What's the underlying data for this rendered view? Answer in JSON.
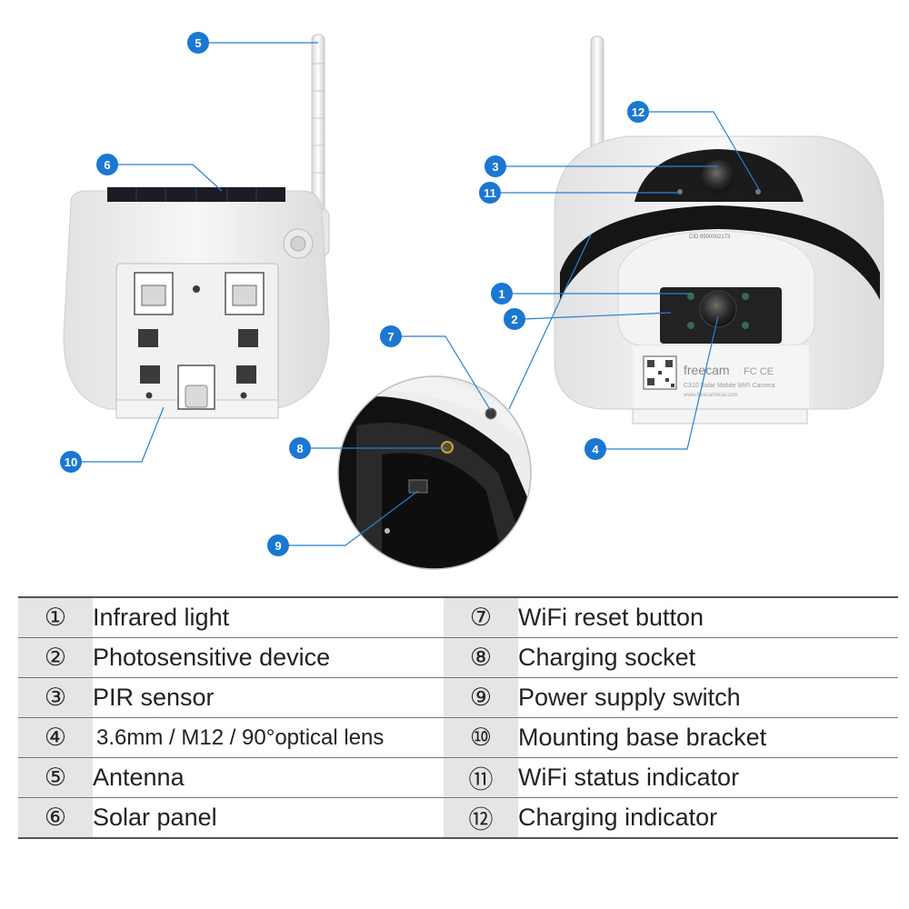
{
  "callouts": {
    "n1": "1",
    "n2": "2",
    "n3": "3",
    "n4": "4",
    "n5": "5",
    "n6": "6",
    "n7": "7",
    "n8": "8",
    "n9": "9",
    "n10": "10",
    "n11": "11",
    "n12": "12"
  },
  "camera_front": {
    "brand": "freecam",
    "model": "C310 Solar Mobile WiFi Camera",
    "cert": "FC CE",
    "website": "www.freecamtical.com",
    "serial": "CID 8500002173"
  },
  "legend": {
    "rows": [
      {
        "left_num": "①",
        "left_label": "Infrared light",
        "right_num": "⑦",
        "right_label": "WiFi reset button"
      },
      {
        "left_num": "②",
        "left_label": "Photosensitive device",
        "right_num": "⑧",
        "right_label": "Charging socket"
      },
      {
        "left_num": "③",
        "left_label": "PIR sensor",
        "right_num": "⑨",
        "right_label": "Power supply switch"
      },
      {
        "left_num": "④",
        "left_label": "3.6mm / M12 / 90°optical lens",
        "right_num": "⑩",
        "right_label": "Mounting base bracket"
      },
      {
        "left_num": "⑤",
        "left_label": "Antenna",
        "right_num": "⑪",
        "right_label": "WiFi status indicator"
      },
      {
        "left_num": "⑥",
        "left_label": "Solar panel",
        "right_num": "⑫",
        "right_label": "Charging indicator"
      }
    ]
  },
  "colors": {
    "callout_blue": "#1a78d2",
    "leader_blue": "#2a7fd0",
    "camera_white": "#eeeeee",
    "camera_dark": "#1e1e1e"
  }
}
